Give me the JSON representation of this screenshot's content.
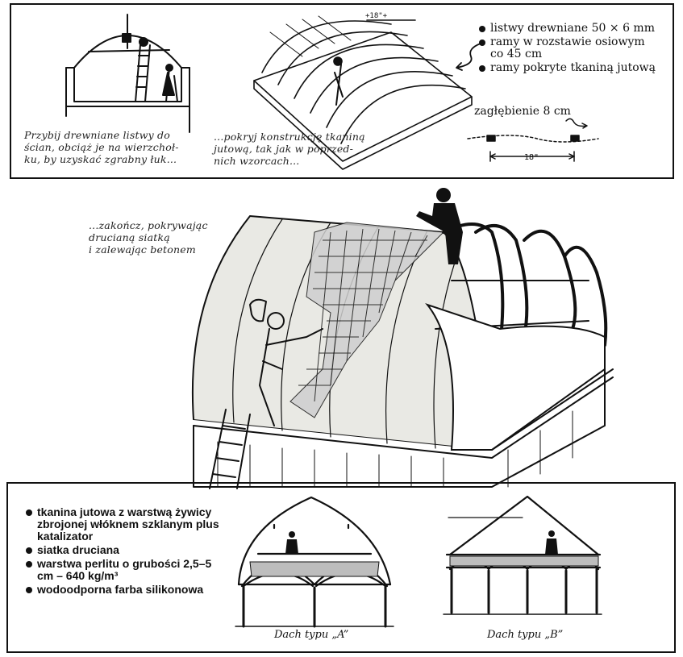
{
  "top_panel": {
    "caption_left": [
      "Przybij drewniane listwy do",
      "ścian, obciąż je na wierzchoł-",
      "ku, by uzyskać zgrabny łuk..."
    ],
    "caption_middle": [
      "...pokryj konstrukcję tkaniną",
      "jutową, tak jak w poprzed-",
      "nich wzorcach..."
    ],
    "specs": [
      "listwy drewniane 50 × 6 mm",
      "ramy w rozstawie osiowym co 45 cm",
      "ramy pokryte tkaniną jutową"
    ],
    "depth_label": "zagłębienie 8 cm",
    "sketch_dim": "18\"",
    "sketch_dim_top": "+18\"+"
  },
  "middle": {
    "caption": [
      "...zakończ, pokrywając",
      "drucianą siatką",
      "i zalewając betonem"
    ]
  },
  "bottom_panel": {
    "layers": [
      "tkanina jutowa z warstwą żywicy zbrojonej włóknem szklanym plus katalizator",
      "siatka druciana",
      "warstwa perlitu o grubości 2,5–5 cm – 640 kg/m³",
      "wodoodporna farba silikonowa"
    ],
    "roof_a_label": "Dach typu „A”",
    "roof_b_label": "Dach typu „B”"
  },
  "icons": {
    "bullet": "filled-circle"
  }
}
